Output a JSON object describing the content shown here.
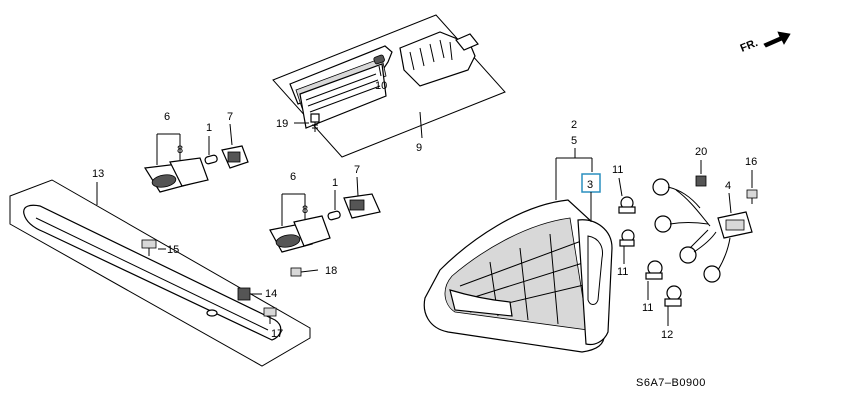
{
  "direction_label": "FR.",
  "diagram_code": "S6A7–B0900",
  "callouts": [
    {
      "key": "1a",
      "text": "1"
    },
    {
      "key": "1b",
      "text": "1"
    },
    {
      "key": "2",
      "text": "2"
    },
    {
      "key": "3",
      "text": "3"
    },
    {
      "key": "4",
      "text": "4"
    },
    {
      "key": "5",
      "text": "5"
    },
    {
      "key": "6a",
      "text": "6"
    },
    {
      "key": "6b",
      "text": "6"
    },
    {
      "key": "7a",
      "text": "7"
    },
    {
      "key": "7b",
      "text": "7"
    },
    {
      "key": "8a",
      "text": "8"
    },
    {
      "key": "8b",
      "text": "8"
    },
    {
      "key": "9",
      "text": "9"
    },
    {
      "key": "10",
      "text": "10"
    },
    {
      "key": "11a",
      "text": "11"
    },
    {
      "key": "11b",
      "text": "11"
    },
    {
      "key": "11c",
      "text": "11"
    },
    {
      "key": "12",
      "text": "12"
    },
    {
      "key": "13",
      "text": "13"
    },
    {
      "key": "14",
      "text": "14"
    },
    {
      "key": "15",
      "text": "15"
    },
    {
      "key": "16",
      "text": "16"
    },
    {
      "key": "17",
      "text": "17"
    },
    {
      "key": "18",
      "text": "18"
    },
    {
      "key": "19",
      "text": "19"
    },
    {
      "key": "20",
      "text": "20"
    }
  ]
}
